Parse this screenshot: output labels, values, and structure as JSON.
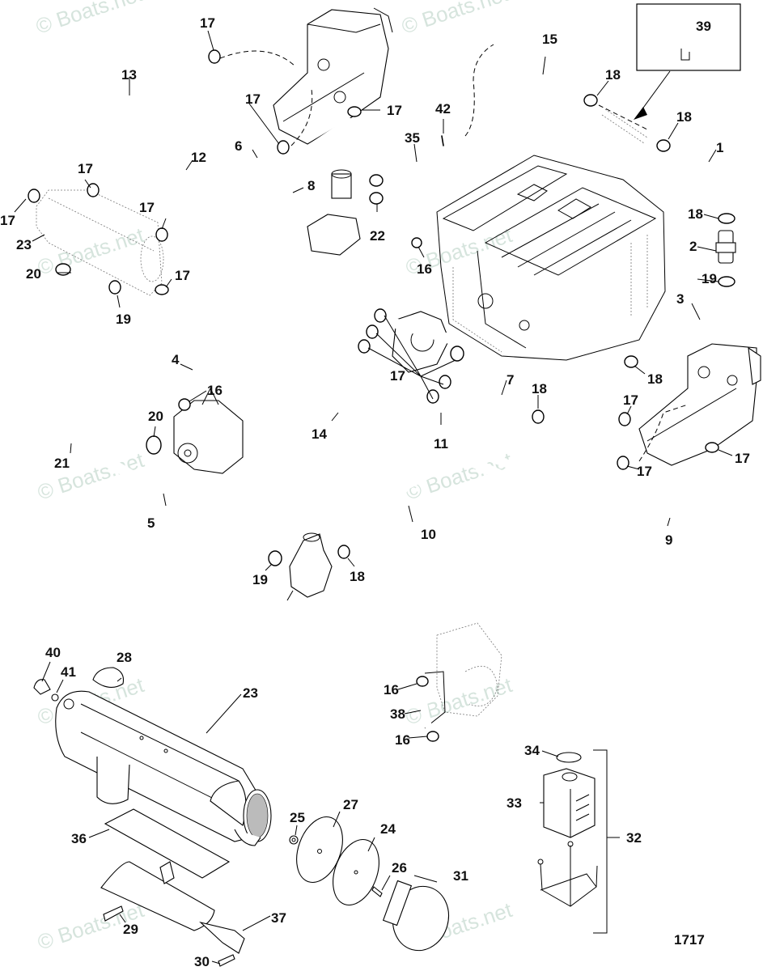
{
  "diagram": {
    "title": "Closed Cooling System",
    "figure_number": "1717",
    "watermark": "© Boats.net",
    "callouts": [
      {
        "id": "c1",
        "label": "1"
      },
      {
        "id": "c2",
        "label": "2"
      },
      {
        "id": "c3",
        "label": "3"
      },
      {
        "id": "c4",
        "label": "4"
      },
      {
        "id": "c5",
        "label": "5"
      },
      {
        "id": "c6",
        "label": "6"
      },
      {
        "id": "c7",
        "label": "7"
      },
      {
        "id": "c8",
        "label": "8"
      },
      {
        "id": "c9",
        "label": "9"
      },
      {
        "id": "c10",
        "label": "10"
      },
      {
        "id": "c11",
        "label": "11"
      },
      {
        "id": "c12",
        "label": "12"
      },
      {
        "id": "c13",
        "label": "13"
      },
      {
        "id": "c14",
        "label": "14"
      },
      {
        "id": "c15",
        "label": "15"
      },
      {
        "id": "c16",
        "label": "16"
      },
      {
        "id": "c17",
        "label": "17"
      },
      {
        "id": "c18",
        "label": "18"
      },
      {
        "id": "c19",
        "label": "19"
      },
      {
        "id": "c20",
        "label": "20"
      },
      {
        "id": "c21",
        "label": "21"
      },
      {
        "id": "c22",
        "label": "22"
      },
      {
        "id": "c23",
        "label": "23"
      },
      {
        "id": "c24",
        "label": "24"
      },
      {
        "id": "c25",
        "label": "25"
      },
      {
        "id": "c26",
        "label": "26"
      },
      {
        "id": "c27",
        "label": "27"
      },
      {
        "id": "c28",
        "label": "28"
      },
      {
        "id": "c29",
        "label": "29"
      },
      {
        "id": "c30",
        "label": "30"
      },
      {
        "id": "c31",
        "label": "31"
      },
      {
        "id": "c32",
        "label": "32"
      },
      {
        "id": "c33",
        "label": "33"
      },
      {
        "id": "c34",
        "label": "34"
      },
      {
        "id": "c35",
        "label": "35"
      },
      {
        "id": "c36",
        "label": "36"
      },
      {
        "id": "c37",
        "label": "37"
      },
      {
        "id": "c38",
        "label": "38"
      },
      {
        "id": "c39",
        "label": "39"
      },
      {
        "id": "c40",
        "label": "40"
      },
      {
        "id": "c41",
        "label": "41"
      },
      {
        "id": "c42",
        "label": "42"
      }
    ]
  }
}
